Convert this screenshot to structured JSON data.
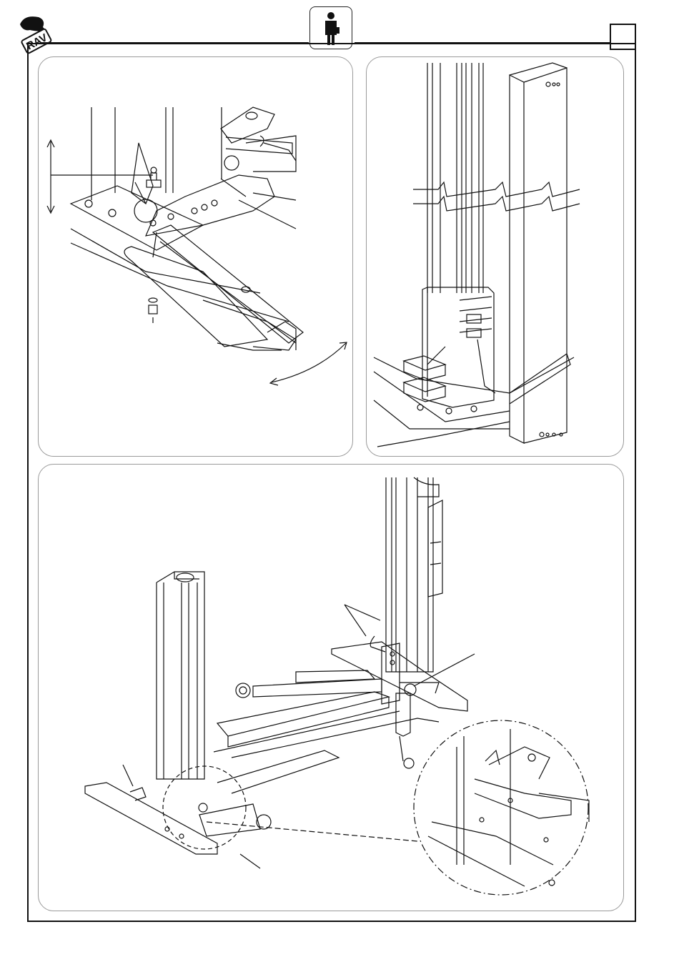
{
  "header": {
    "logo_icon": "ravaglioli-logo-icon",
    "operator_icon": "operator-person-icon",
    "page_box_value": ""
  },
  "figures": [
    {
      "id": "top-left",
      "description_icon": "lifting-arm-pad-height-adjustment"
    },
    {
      "id": "top-right",
      "description_icon": "column-cover-installation"
    },
    {
      "id": "bottom",
      "description_icon": "two-post-lift-assembly-with-detail"
    }
  ],
  "colors": {
    "line": "#111111",
    "panel_border": "#9a9a9a",
    "background": "#ffffff"
  }
}
